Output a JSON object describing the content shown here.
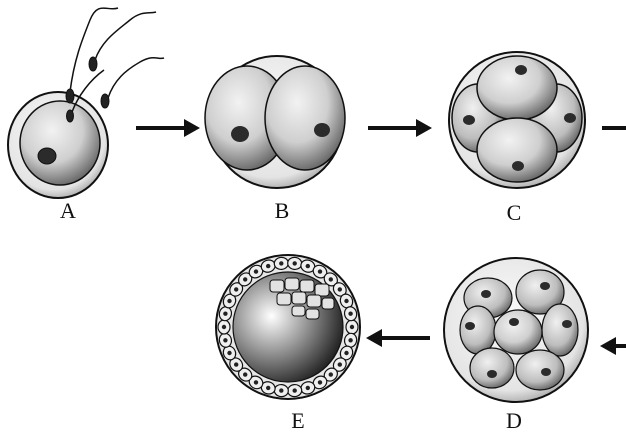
{
  "stages": [
    {
      "id": "A",
      "label": "A"
    },
    {
      "id": "B",
      "label": "B"
    },
    {
      "id": "C",
      "label": "C"
    },
    {
      "id": "D",
      "label": "D"
    },
    {
      "id": "E",
      "label": "E"
    }
  ],
  "colors": {
    "ink": "#111111",
    "cell_fill": "#d9d9d9",
    "cell_shadow": "#5a5a5a",
    "nucleus": "#2b2b2b",
    "background": "#ffffff"
  },
  "icons": {
    "arrow": "arrow-right-icon",
    "sperm": "sperm-icon"
  }
}
